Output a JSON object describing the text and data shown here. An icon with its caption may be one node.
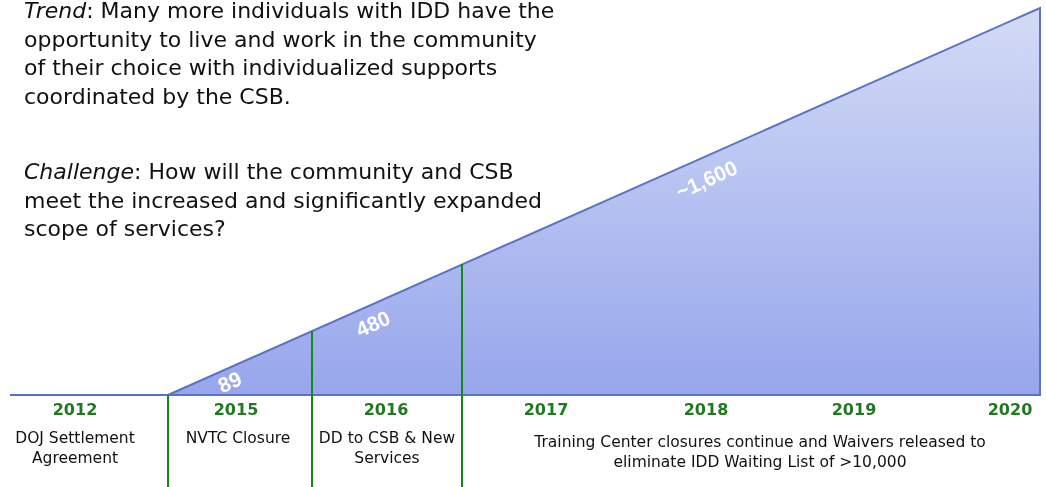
{
  "diagram": {
    "labels": [
      "*Trend*: Many more individuals with IDD have the opportunity to live and work in the community of their choice with individualized supports coordinated by the CSB.",
      "*Challenge*: How will the community and CSB meet the increased and significantly expanded scope of services?",
      "89",
      "480",
      "~1,600",
      "2012",
      "2015",
      "2016",
      "2017",
      "2018",
      "2019",
      "2020",
      "DOJ Settlement Agreement",
      "NVTC Closure",
      "DD to CSB & New Services",
      "Training Center closures continue and Waivers released to eliminate IDD Waiting List of >10,000"
    ]
  }
}
